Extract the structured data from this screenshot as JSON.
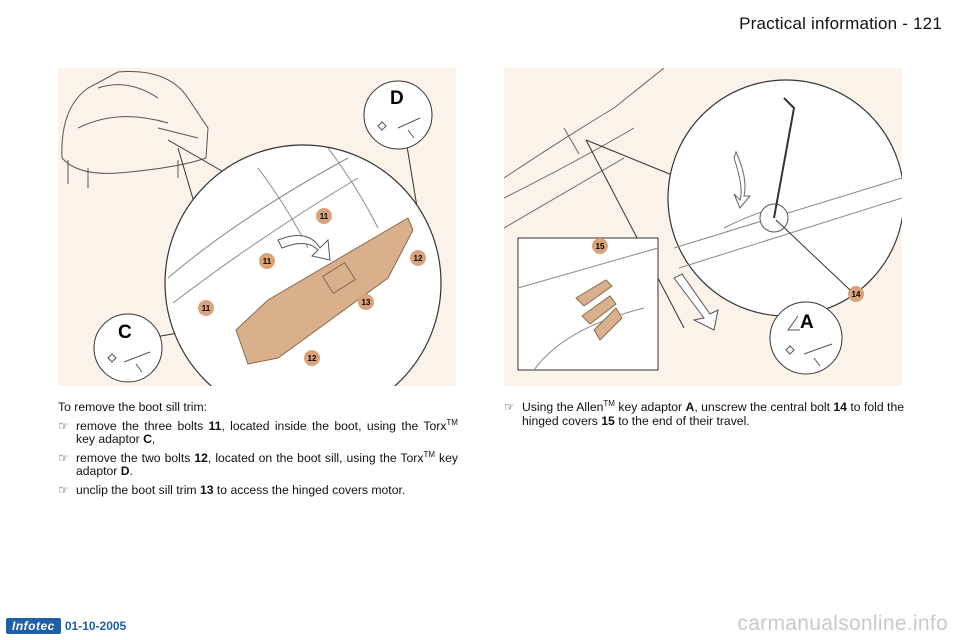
{
  "header": {
    "title": "Practical information - 121"
  },
  "left_figure": {
    "callouts": {
      "c1": "11",
      "c2": "11",
      "c3": "11",
      "c4": "12",
      "c5": "12",
      "c6": "13"
    },
    "key_c": "C",
    "key_d": "D"
  },
  "right_figure": {
    "callouts": {
      "c14": "14",
      "c15": "15"
    },
    "key_a": "A"
  },
  "left_text": {
    "intro": "To remove the boot sill trim:",
    "bullet_mark": "☞",
    "b1": {
      "pre": "remove the three bolts ",
      "num": "11",
      "mid": ", located inside the boot, using the Torx",
      "tm": "TM",
      "post": " key adaptor ",
      "key": "C",
      "end": ","
    },
    "b2": {
      "pre": "remove the two bolts ",
      "num": "12",
      "mid": ", located on the boot sill, using the Torx",
      "tm": "TM",
      "post": " key adaptor ",
      "key": "D",
      "end": "."
    },
    "b3": {
      "pre": "unclip the boot sill trim ",
      "num": "13",
      "mid": " to access the hinged covers motor."
    }
  },
  "right_text": {
    "bullet_mark": "☞",
    "b1": {
      "pre": "Using the Allen",
      "tm": "TM",
      "mid": " key adaptor ",
      "key": "A",
      "mid2": ", unscrew the central bolt ",
      "num": "14",
      "mid3": " to fold the hinged covers ",
      "num2": "15",
      "end": " to the end of their travel."
    }
  },
  "footer": {
    "logo": "Infotec",
    "date": "01-10-2005",
    "watermark": "carmanualsonline.info"
  },
  "colors": {
    "background_fig": "#fbf2ea",
    "trim": "#d9b08c",
    "callout": "#d9a27a",
    "logo": "#1f5fa8"
  }
}
